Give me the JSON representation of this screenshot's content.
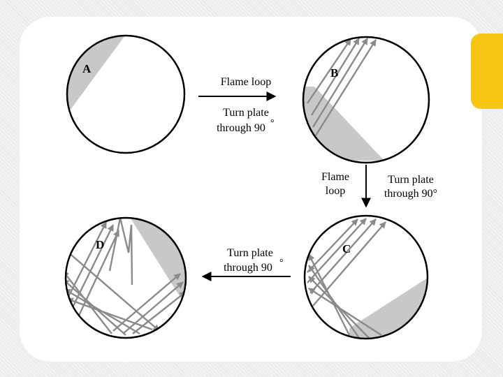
{
  "colors": {
    "accent": "#f7c613",
    "shade": "#c8c8c8",
    "streak": "#8a8a8a",
    "outline": "#000000"
  },
  "plates": [
    {
      "label": "A"
    },
    {
      "label": "B"
    },
    {
      "label": "C"
    },
    {
      "label": "D"
    }
  ],
  "steps": {
    "a_to_b": {
      "line1": "Flame loop",
      "line2": "Turn plate",
      "line3": "through 90",
      "degree": "°"
    },
    "b_to_c": {
      "flame_line1": "Flame",
      "flame_line2": "loop",
      "turn_line1": "Turn plate",
      "turn_line2": "through 90°"
    },
    "c_to_d": {
      "line1": "Turn plate",
      "line2": "through 90",
      "degree": "°"
    }
  }
}
